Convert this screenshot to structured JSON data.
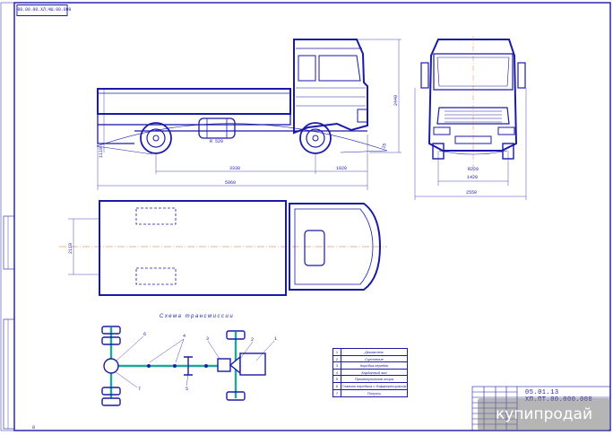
{
  "drawing": {
    "stamp_code": "08.00.00.ХЛ.ЧШ.00.000",
    "title_code": "05.01.13 ХП.ПТ.00.000.000",
    "colors": {
      "ink": "#1a1aa8",
      "shaft": "#1fa89a",
      "axis": "#d4682a"
    }
  },
  "dimensions": {
    "front_overhang": "1110",
    "wheelbase": "3330",
    "rear_overhang": "1020",
    "overall_length": "5960",
    "height": "2440",
    "front_angle": "25",
    "body_width": "2110",
    "track": "1420",
    "overall_width": "2550",
    "clearance": "R220",
    "tank_label": "R 520"
  },
  "scheme": {
    "title": "Схема трансмиссии",
    "callouts": [
      "1",
      "2",
      "3",
      "4",
      "5",
      "6",
      "7",
      "8"
    ]
  },
  "legend": [
    {
      "num": "1",
      "name": "Двигатель"
    },
    {
      "num": "2",
      "name": "Сцепление"
    },
    {
      "num": "3",
      "name": "Коробка передач"
    },
    {
      "num": "4",
      "name": "Карданный вал"
    },
    {
      "num": "5",
      "name": "Промежуточная опора"
    },
    {
      "num": "6",
      "name": "Главная передача с дифференциалом"
    },
    {
      "num": "7",
      "name": "Полуось"
    }
  ],
  "watermark": "купипродай"
}
